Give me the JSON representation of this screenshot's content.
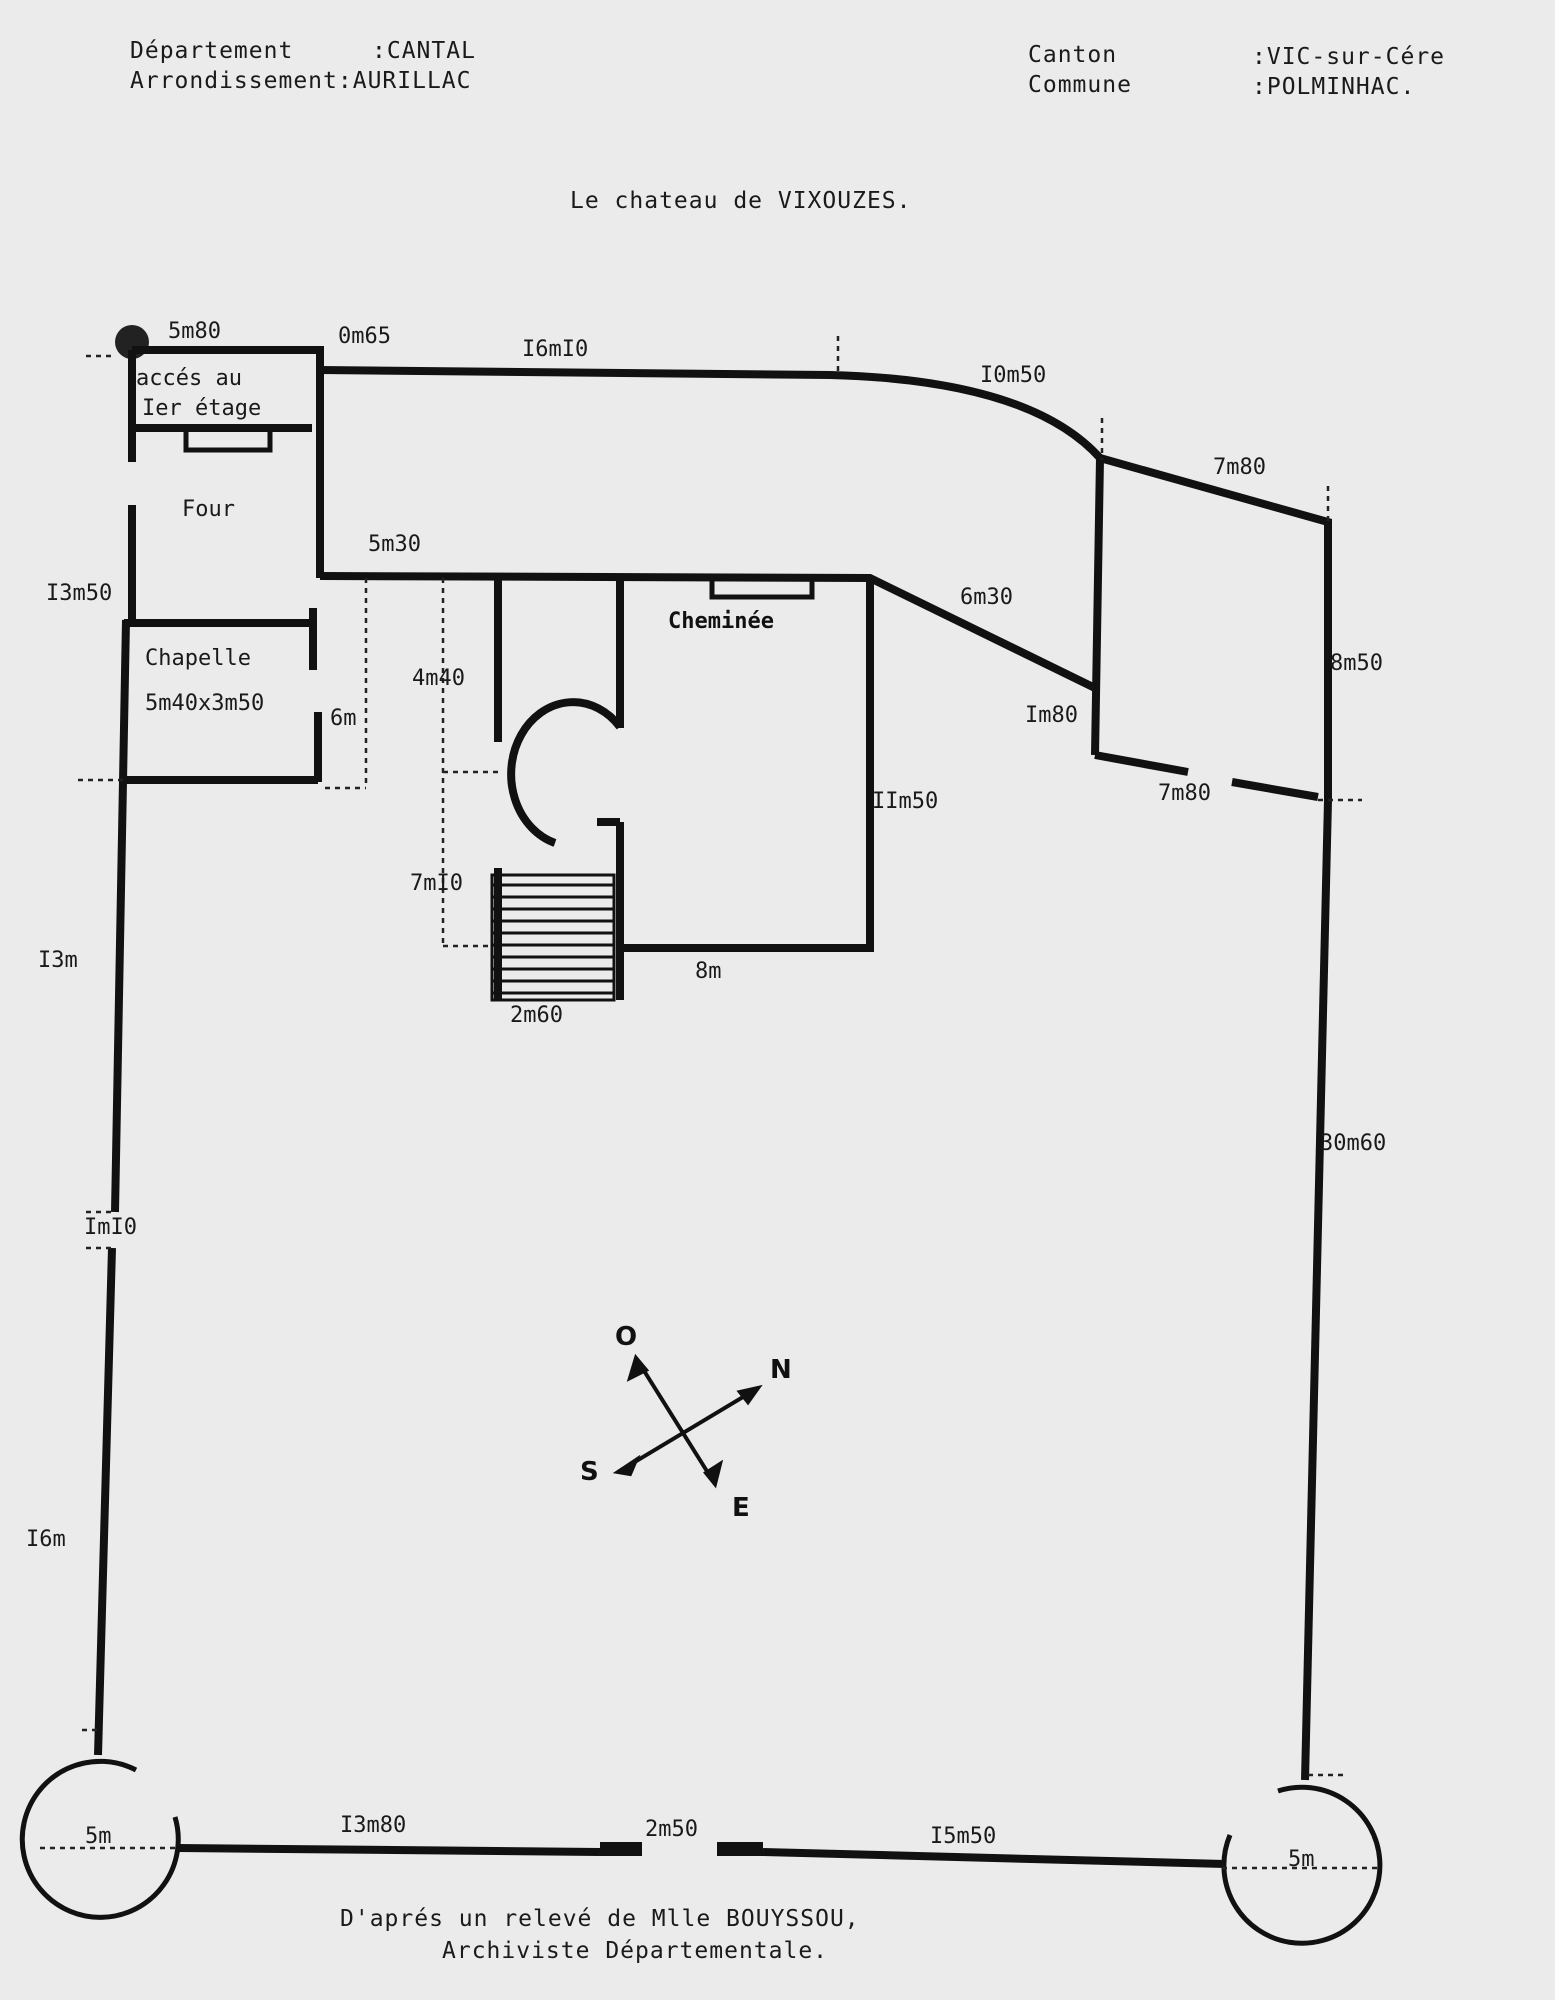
{
  "header": {
    "left": [
      {
        "label": "Département",
        "value": ":CANTAL"
      },
      {
        "label": "Arrondissement",
        "value": ":AURILLAC"
      }
    ],
    "right": [
      {
        "label": "Canton",
        "value": ":VIC-sur-Cére"
      },
      {
        "label": "Commune",
        "value": ":POLMINHAC."
      }
    ],
    "title": "Le chateau de VIXOUZES."
  },
  "rooms": {
    "acces_line1": "accés au",
    "acces_line2": "Ier étage",
    "four": "Four",
    "chapelle": "Chapelle",
    "chapelle_dims": "5m40x3m50",
    "cheminee": "Cheminée"
  },
  "dimensions": {
    "d_5m80": "5m80",
    "d_0m65": "0m65",
    "d_16m10": "I6mI0",
    "d_10m50": "I0m50",
    "d_7m80_top": "7m80",
    "d_5m30": "5m30",
    "d_13m50": "I3m50",
    "d_6m30": "6m30",
    "d_4m40": "4m40",
    "d_6m": "6m",
    "d_8m50": "8m50",
    "d_1m80": "Im80",
    "d_7m80_low": "7m80",
    "d_11m50": "IIm50",
    "d_7m10": "7mI0",
    "d_13m": "I3m",
    "d_8m": "8m",
    "d_2m60": "2m60",
    "d_30m60": "30m60",
    "d_1m10": "ImI0",
    "d_16m": "I6m",
    "d_5m_left": "5m",
    "d_13m80": "I3m80",
    "d_2m50": "2m50",
    "d_15m50": "I5m50",
    "d_5m_right": "5m"
  },
  "compass": {
    "north": "N",
    "south": "S",
    "east": "E",
    "west": "O"
  },
  "footer": {
    "line1": "D'aprés un relevé de Mlle BOUYSSOU,",
    "line2": "Archiviste Départementale."
  }
}
